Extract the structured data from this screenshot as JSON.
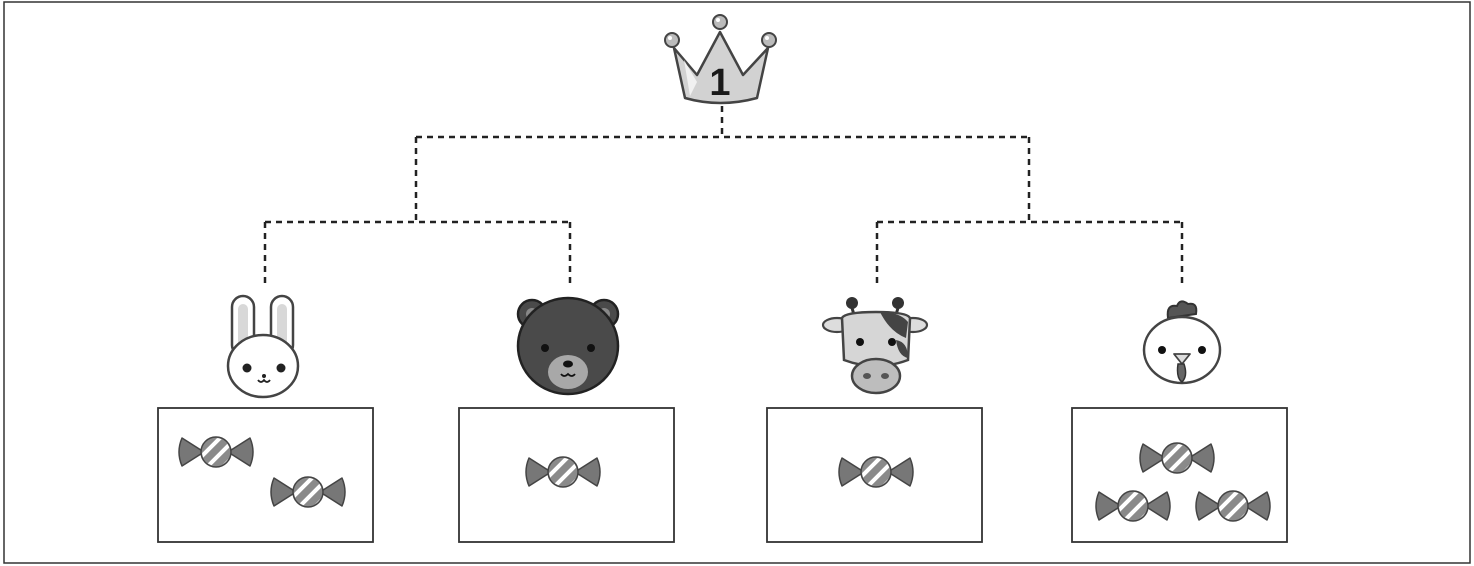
{
  "crown": {
    "rank": "1",
    "icon": "crown-icon"
  },
  "colors": {
    "line": "#333333",
    "candy": "#777777",
    "candy_stripe": "#ffffff",
    "crown_fill": "#d0d0d0",
    "bear": "#4a4a4a",
    "muzzle": "#a8a8a8"
  },
  "contestants": [
    {
      "animal": "rabbit",
      "icon": "rabbit-icon",
      "candies": 2
    },
    {
      "animal": "bear",
      "icon": "bear-icon",
      "candies": 1
    },
    {
      "animal": "cow",
      "icon": "cow-icon",
      "candies": 1
    },
    {
      "animal": "chicken",
      "icon": "chicken-icon",
      "candies": 3
    }
  ]
}
